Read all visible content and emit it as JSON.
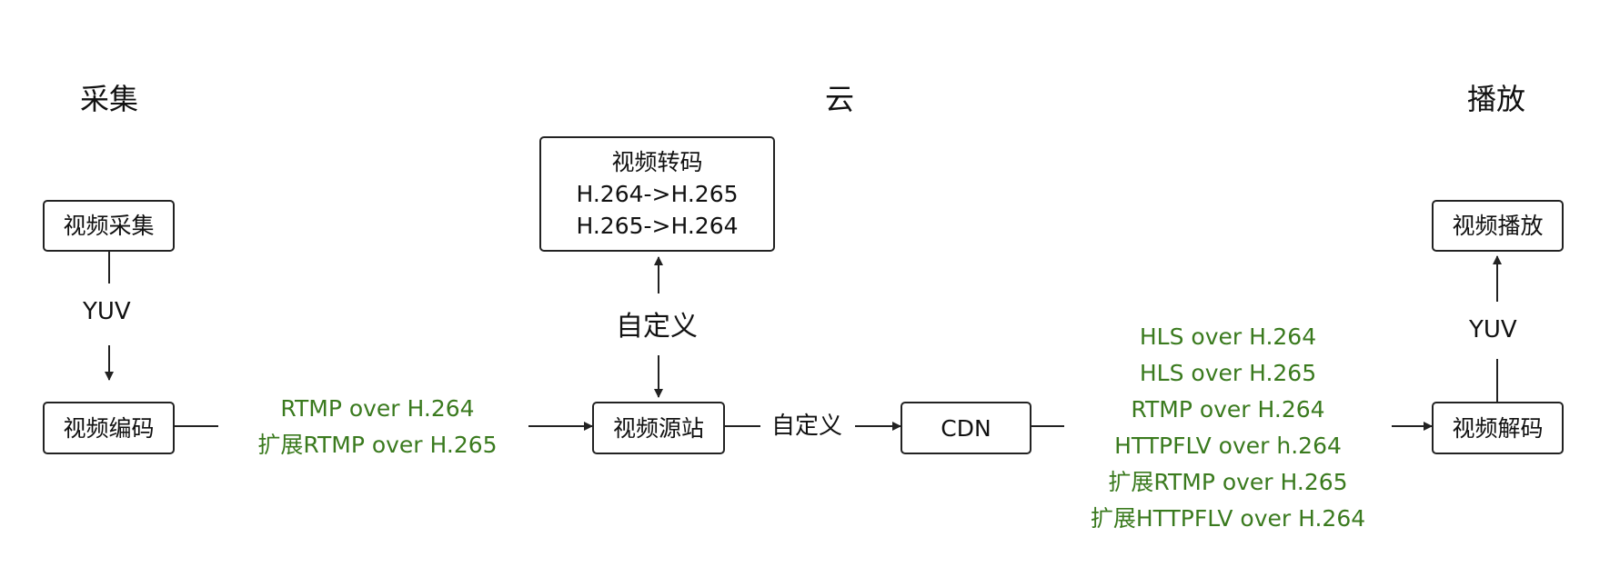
{
  "sections": {
    "capture": "采集",
    "cloud": "云",
    "playback": "播放"
  },
  "boxes": {
    "video_capture": "视频采集",
    "video_encode": "视频编码",
    "transcode": {
      "title": "视频转码",
      "line1": "H.264->H.265",
      "line2": "H.265->H.264"
    },
    "origin": "视频源站",
    "cdn": "CDN",
    "video_decode": "视频解码",
    "video_play": "视频播放"
  },
  "labels": {
    "yuv_capture": "YUV",
    "custom_transcode": "自定义",
    "custom_cdn": "自定义",
    "yuv_play": "YUV"
  },
  "protocols": {
    "upload": [
      "RTMP over H.264",
      "扩展RTMP over H.265"
    ],
    "download": [
      "HLS over H.264",
      "HLS over H.265",
      "RTMP over H.264",
      "HTTPFLV over h.264",
      "扩展RTMP over H.265",
      "扩展HTTPFLV over H.264"
    ]
  },
  "colors": {
    "protocol_text": "#3a7a1e",
    "line": "#222222"
  }
}
